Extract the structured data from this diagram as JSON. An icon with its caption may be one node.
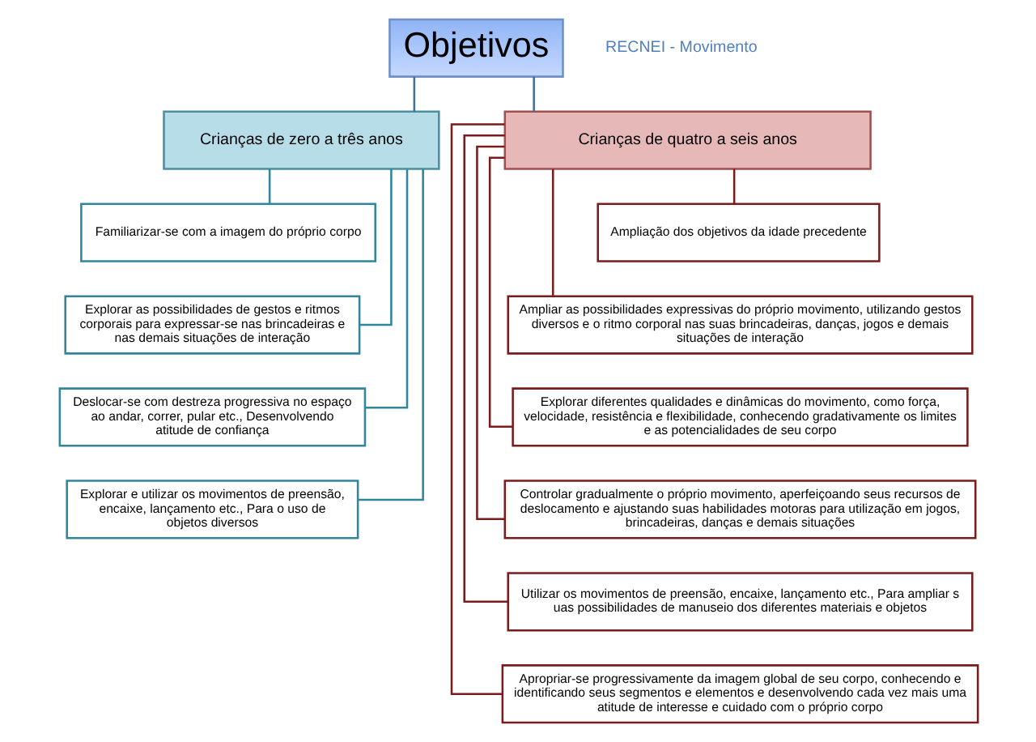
{
  "diagram": {
    "nodes": [
      {
        "text": [
          "Objetivos"
        ]
      },
      {
        "text": [
          "Crianças de zero a três anos"
        ]
      },
      {
        "text": [
          "Crianças de quatro a seis anos"
        ]
      },
      {
        "text": [
          "Familiarizar-se com a imagem do próprio corpo"
        ]
      },
      {
        "text": [
          "Explorar as possibilidades de gestos e ritmos corporais para expressar-se nas brincadeiras e nas demais situações de interação"
        ]
      },
      {
        "text": [
          "Deslocar-se com destreza progressiva no espaço ao andar, correr, pular etc., Desenvolvendo atitude de confiança"
        ]
      },
      {
        "text": [
          "Explorar e utilizar os movimentos de preensão, encaixe, lançamento etc., Para o uso de objetos diversos"
        ]
      },
      {
        "text": [
          "Ampliação dos objetivos da idade precedente"
        ]
      },
      {
        "text": [
          "Ampliar as possibilidades expressivas do próprio movimento, utilizando gestos diversos e o ritmo corporal nas suas brincadeiras, danças, jogos e demais situações de interação"
        ]
      },
      {
        "text": [
          "Explorar diferentes qualidades e dinâmicas do movimento, como força, velocidade, resistência e flexibilidade, conhecendo gradativamente os limites e as potencialidades de seu corpo"
        ]
      },
      {
        "text": [
          "Controlar gradualmente o próprio movimento, aperfeiçoando seus recursos de deslocamento e ajustando suas habilidades motoras para utilização em jogos, brincadeiras, danças e demais situações"
        ]
      },
      {
        "text": [
          "Utilizar os movimentos de preensão, encaixe, lançamento etc., Para ampliar s uas possibilidades de manuseio dos diferentes materiais e objetos"
        ]
      },
      {
        "text": [
          "Apropriar-se progressivamente da imagem global de seu corpo, conhecendo e identificando seus segmentos e elementos e desenvolvendo cada vez mais uma atitude de interesse e cuidado com o próprio corpo"
        ]
      }
    ],
    "edges": [
      {
        "from": 0,
        "to": 1,
        "arrow": "none",
        "color": "#41719c"
      },
      {
        "from": 0,
        "to": 2,
        "arrow": "none",
        "color": "#41719c"
      },
      {
        "from": 1,
        "to": 3,
        "arrow": "none",
        "color": "#31859c"
      },
      {
        "from": 1,
        "to": 4,
        "arrow": "none",
        "color": "#31859c"
      },
      {
        "from": 1,
        "to": 5,
        "arrow": "none",
        "color": "#31859c"
      },
      {
        "from": 1,
        "to": 6,
        "arrow": "none",
        "color": "#31859c"
      },
      {
        "from": 2,
        "to": 7,
        "arrow": "none"
      },
      {
        "from": 2,
        "to": 8,
        "arrow": "none"
      },
      {
        "from": 2,
        "to": 9,
        "arrow": "none"
      },
      {
        "from": 2,
        "to": 10,
        "arrow": "none"
      },
      {
        "from": 2,
        "to": 11,
        "arrow": "none"
      },
      {
        "from": 2,
        "to": 12,
        "arrow": "none"
      }
    ],
    "labels": [
      "RECNEI - Movimento"
    ]
  }
}
